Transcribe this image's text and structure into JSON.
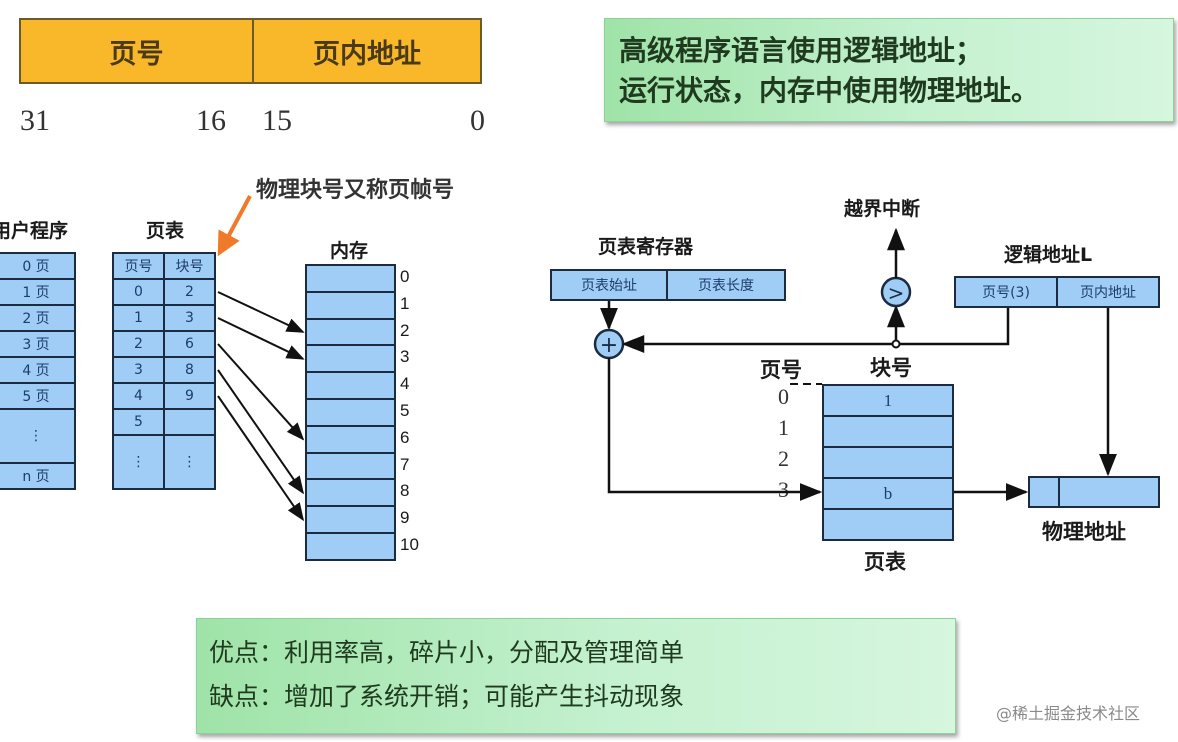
{
  "address_format": {
    "page_number_label": "页号",
    "offset_label": "页内地址",
    "bits": [
      "31",
      "16",
      "15",
      "0"
    ]
  },
  "note": {
    "line1": "高级程序语言使用逻辑地址；",
    "line2": "运行状态，内存中使用物理地址。"
  },
  "left_diagram": {
    "callout": "物理块号又称页帧号",
    "user_program": {
      "title": "用户程序",
      "pages": [
        "0 页",
        "1 页",
        "2 页",
        "3 页",
        "4 页",
        "5 页",
        "⋮",
        "n 页"
      ]
    },
    "page_table": {
      "title": "页表",
      "headers": [
        "页号",
        "块号"
      ],
      "rows": [
        [
          "0",
          "2"
        ],
        [
          "1",
          "3"
        ],
        [
          "2",
          "6"
        ],
        [
          "3",
          "8"
        ],
        [
          "4",
          "9"
        ],
        [
          "5",
          ""
        ],
        [
          "⋮",
          "⋮"
        ]
      ]
    },
    "memory": {
      "title": "内存",
      "blocks": [
        "0",
        "1",
        "2",
        "3",
        "4",
        "5",
        "6",
        "7",
        "8",
        "9",
        "10"
      ]
    }
  },
  "right_diagram": {
    "page_table_register": {
      "title": "页表寄存器",
      "fields": [
        "页表始址",
        "页表长度"
      ]
    },
    "overflow_interrupt": "越界中断",
    "comparator_symbol": ">",
    "adder_symbol": "+",
    "logical_address": {
      "title": "逻辑地址L",
      "fields": [
        "页号(3)",
        "页内地址"
      ]
    },
    "page_number_label": "页号",
    "block_number_label": "块号",
    "page_numbers": [
      "0",
      "1",
      "2",
      "3"
    ],
    "page_table_entries": [
      "1",
      "",
      "",
      "b",
      ""
    ],
    "page_table_label": "页表",
    "physical_address_label": "物理地址"
  },
  "pros_cons": {
    "pros": "优点：利用率高，碎片小，分配及管理简单",
    "cons": "缺点：增加了系统开销；可能产生抖动现象"
  },
  "watermark": "@稀土掘金技术社区"
}
